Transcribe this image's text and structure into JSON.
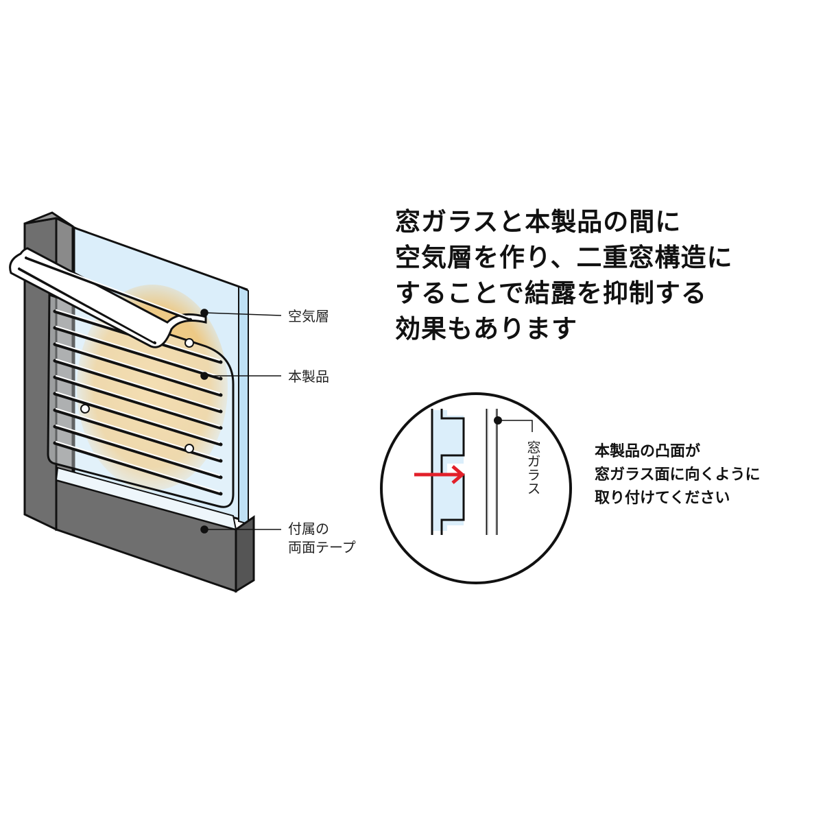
{
  "headline": {
    "lines": [
      "窓ガラスと本製品の間に",
      "空気層を作り、二重窓構造に",
      "することで結露を抑制する",
      "効果もあります"
    ]
  },
  "callouts": {
    "air_layer": "空気層",
    "product": "本製品",
    "tape_line1": "付属の",
    "tape_line2": "両面テープ"
  },
  "detail": {
    "glass_label": "窓ガラス",
    "arrow_color": "#e2202a"
  },
  "note": {
    "lines": [
      "本製品の凸面が",
      "窓ガラス面に向くように",
      "取り付けてください"
    ]
  },
  "colors": {
    "frame": "#6f6f6f",
    "frame_dark": "#4f4f4f",
    "glass": "#dbeefa",
    "warm_glow": "#f2b955",
    "outline": "#111111"
  }
}
